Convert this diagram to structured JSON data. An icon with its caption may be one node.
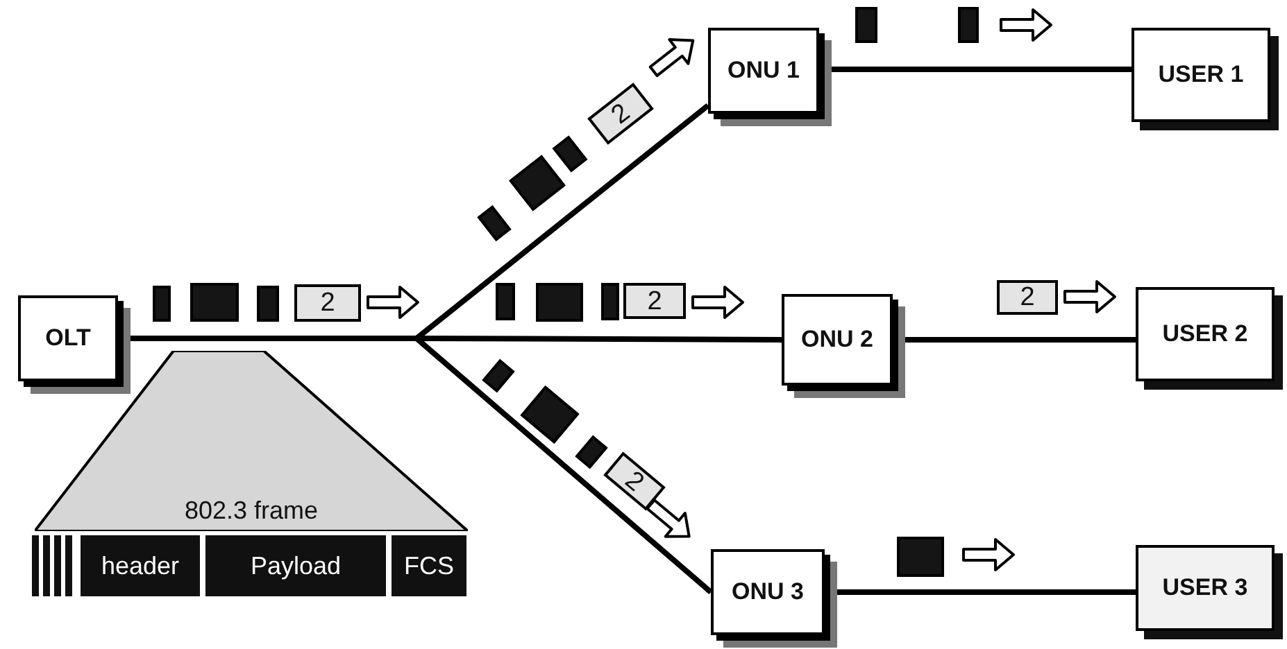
{
  "diagram": {
    "nodes": [
      {
        "text": [
          "OLT"
        ]
      },
      {
        "text": [
          "ONU 1"
        ]
      },
      {
        "text": [
          "ONU 2"
        ]
      },
      {
        "text": [
          "ONU 3"
        ]
      },
      {
        "text": [
          "USER 1"
        ]
      },
      {
        "text": [
          "USER 2"
        ]
      },
      {
        "text": [
          "USER 3"
        ]
      },
      {
        "text": [
          "802.3 frame"
        ]
      },
      {
        "text": [
          "header"
        ]
      },
      {
        "text": [
          "Payload"
        ]
      },
      {
        "text": [
          "FCS"
        ]
      }
    ],
    "edges": [
      {
        "from": 0,
        "to": 1,
        "arrow": "none"
      },
      {
        "from": 0,
        "to": 2,
        "arrow": "none"
      },
      {
        "from": 0,
        "to": 3,
        "arrow": "none"
      },
      {
        "from": 1,
        "to": 4,
        "arrow": "none"
      },
      {
        "from": 2,
        "to": 5,
        "arrow": "none"
      },
      {
        "from": 3,
        "to": 6,
        "arrow": "none"
      }
    ],
    "labels": [
      "2",
      "2",
      "2",
      "2",
      "2"
    ]
  }
}
